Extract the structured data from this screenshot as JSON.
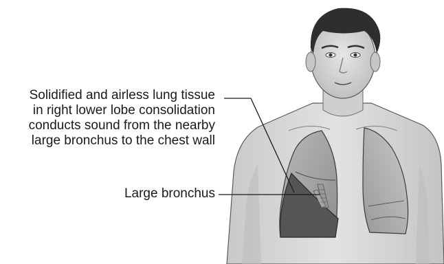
{
  "callouts": {
    "consolidation": {
      "lines": [
        "Solidified and airless lung tissue",
        "in right lower lobe consolidation",
        "conducts sound from the nearby",
        "large bronchus to the chest wall"
      ]
    },
    "bronchus": {
      "label": "Large bronchus"
    }
  },
  "colors": {
    "skin": "#d9d9d9",
    "skin_shadow": "#b5b5b5",
    "hair": "#2e2e2e",
    "lung": "#a8a8a8",
    "lung_light": "#c4c4c4",
    "consolidation": "#555555",
    "outline": "#3a3a3a",
    "bronchus": "#9a9a9a"
  },
  "icons": {
    "figure": "human-torso-illustration",
    "right_lung": "right-lung-shape",
    "left_lung": "left-lung-shape",
    "consolidated_lobe": "consolidated-lower-lobe",
    "bronchus": "bronchus-airway"
  }
}
